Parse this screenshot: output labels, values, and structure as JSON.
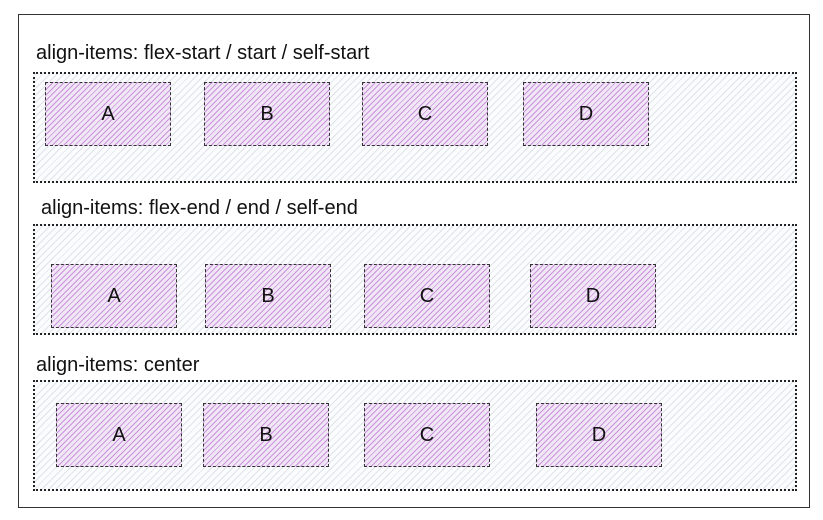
{
  "sections": [
    {
      "label": "align-items: flex-start / start / self-start",
      "items": [
        "A",
        "B",
        "C",
        "D"
      ]
    },
    {
      "label": "align-items: flex-end / end / self-end",
      "items": [
        "A",
        "B",
        "C",
        "D"
      ]
    },
    {
      "label": "align-items: center",
      "items": [
        "A",
        "B",
        "C",
        "D"
      ]
    }
  ],
  "colors": {
    "item_hatch": "#aa50c3",
    "container_hatch": "#96a0af",
    "border": "#222222"
  }
}
